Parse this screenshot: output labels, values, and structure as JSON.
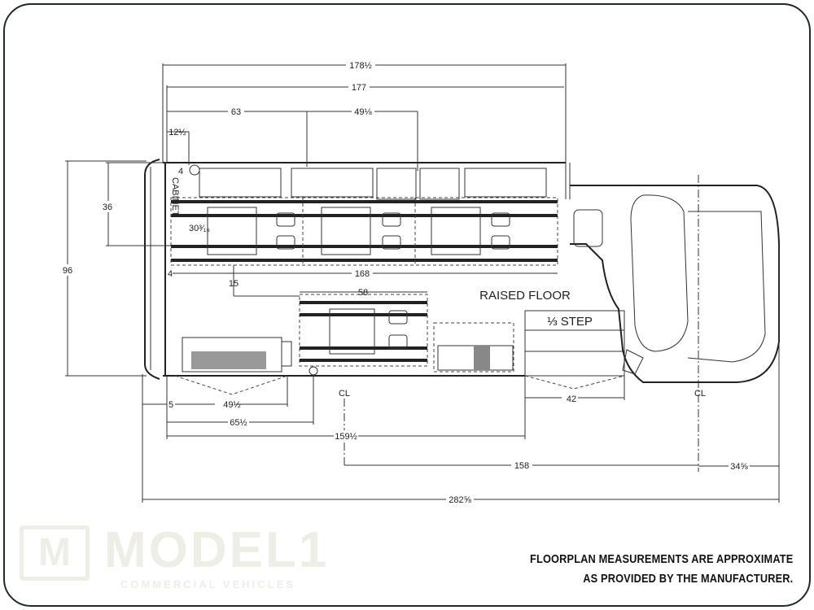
{
  "logo": {
    "mark": "M",
    "word": "MODEL1",
    "subtitle": "COMMERCIAL VEHICLES"
  },
  "disclaimer": {
    "line1": "FLOORPLAN MEASUREMENTS ARE APPROXIMATE",
    "line2": "AS PROVIDED BY THE MANUFACTURER."
  },
  "floorplan": {
    "labels": {
      "raised_floor": "RAISED FLOOR",
      "step": "⅓ STEP",
      "cabinet": "CABINET",
      "centerline": "CL"
    },
    "dimensions": {
      "overall_top": "178½",
      "interior_top": "177",
      "d63": "63",
      "d49_1_8": "49⅛",
      "d12_1_2": "12½",
      "d36": "36",
      "d96": "96",
      "d4_top": "4",
      "d4_left": "4",
      "d30_3_16": "30³⁄₁₆",
      "d168": "168",
      "d15": "15",
      "d58": "58",
      "d5": "5",
      "d49_1_2": "49½",
      "d65_1_2": "65½",
      "d159_1_2": "159½",
      "d42": "42",
      "d158": "158",
      "d34_5_8": "34⅝",
      "overall_length": "282⅝"
    }
  }
}
